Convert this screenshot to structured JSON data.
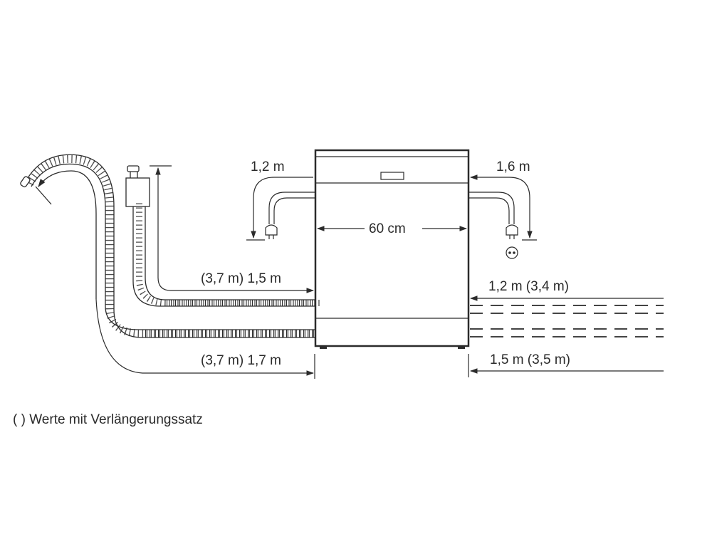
{
  "diagram": {
    "title": "Dishwasher connection dimensions",
    "appliance": {
      "width_label": "60 cm"
    },
    "power_cord_left": {
      "length_label": "1,2 m"
    },
    "power_cord_right": {
      "length_label": "1,6 m"
    },
    "water_inlet_hose": {
      "length_label": "(3,7 m) 1,5 m"
    },
    "drain_hose": {
      "length_label": "(3,7 m) 1,7 m"
    },
    "right_inlet": {
      "length_label": "1,2 m (3,4 m)"
    },
    "right_drain": {
      "length_label": "1,5 m (3,5 m)"
    },
    "legend": {
      "text": "(  ) Werte mit Verlängerungssatz"
    },
    "colors": {
      "line": "#2b2b2b",
      "background": "#ffffff"
    }
  }
}
